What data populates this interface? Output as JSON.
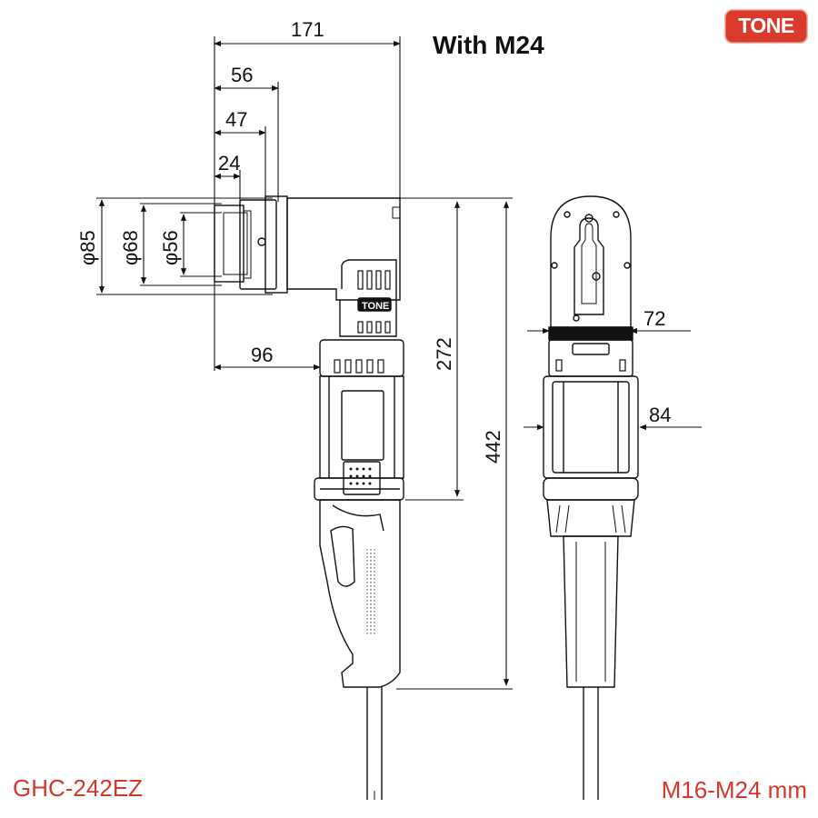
{
  "brand": {
    "logo_text": "TONE",
    "color": "#d93a2b"
  },
  "title": "With M24",
  "model": "GHC-242EZ",
  "range": "M16-M24 mm",
  "dimensions": {
    "overall_length": "171",
    "d56_top": "56",
    "d47": "47",
    "d24": "24",
    "dia85": "φ85",
    "dia68": "φ68",
    "dia56": "φ56",
    "d96": "96",
    "h272": "272",
    "h442": "442",
    "w72": "72",
    "w84": "84"
  },
  "body_label": "TONE"
}
